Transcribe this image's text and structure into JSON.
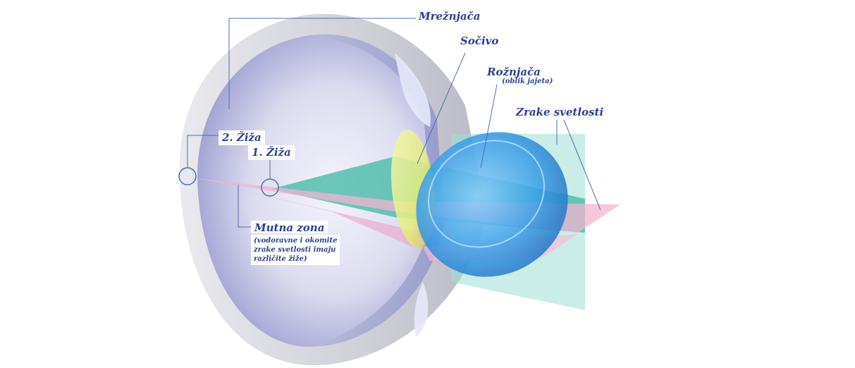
{
  "labels": {
    "retina": "Mrežnjača",
    "lens": "Sočivo",
    "cornea": "Rožnjača",
    "cornea_note": "(oblik jajeta)",
    "light_rays": "Zrake svetlosti",
    "focus_2": "2. Žiža",
    "focus_1": "1. Žiža",
    "blur_zone": "Mutna zona",
    "blur_note_1": "(vodoravne i okomite",
    "blur_note_2": "zrake svetlosti imaju",
    "blur_note_3": "različite žiže)"
  },
  "colors": {
    "label_text": "#2b3f8f",
    "leader_line": "#4a6fb0",
    "ray_green": "#3fb8a4",
    "ray_pink": "#f0a6c8",
    "cornea_blue": "#3a9ee8",
    "lens_yellow": "#e6ef8a",
    "eye_interior": "#d7d9f2"
  }
}
